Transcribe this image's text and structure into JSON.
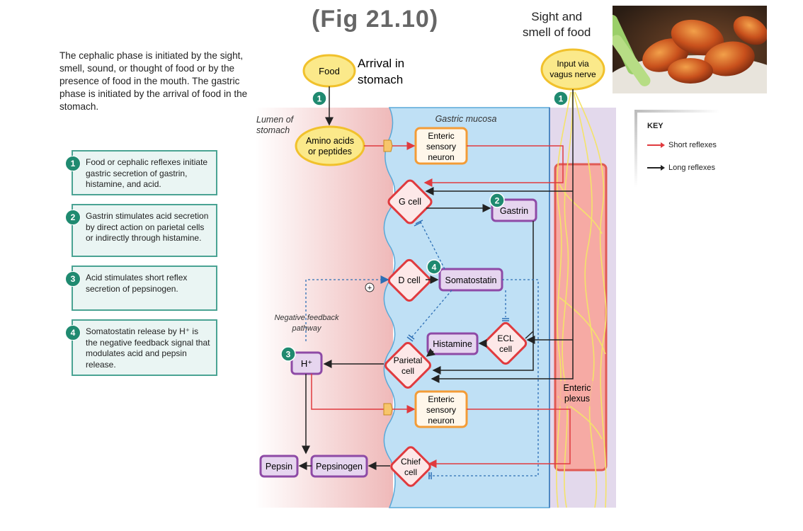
{
  "figure": {
    "title": "(Fig 21.10)"
  },
  "intro": "The cephalic phase is initiated by the sight, smell, sound, or thought of food or by the presence of food in the mouth. The gastric phase is initiated by the arrival of food in the stomach.",
  "steps": [
    {
      "num": "1",
      "text": "Food or cephalic reflexes initiate gastric secretion of gastrin, histamine, and acid."
    },
    {
      "num": "2",
      "text": "Gastrin stimulates acid secretion by direct action on parietal cells or indirectly through histamine."
    },
    {
      "num": "3",
      "text": "Acid stimulates short reflex secretion of pepsinogen."
    },
    {
      "num": "4",
      "text": "Somatostatin release by H⁺ is the negative feedback signal that modulates acid and pepsin release."
    }
  ],
  "key": {
    "title": "KEY",
    "short": "Short reflexes",
    "long": "Long reflexes",
    "short_color": "#e03a3e",
    "long_color": "#222222"
  },
  "sight": {
    "line1": "Sight and",
    "line2": "smell of food"
  },
  "photo": {
    "icon": "chicken-wings-photo"
  },
  "diagram": {
    "food": "Food",
    "arrival1": "Arrival in",
    "arrival2": "stomach",
    "input1": "Input via",
    "input2": "vagus nerve",
    "lumen1": "Lumen of",
    "lumen2": "stomach",
    "mucosa": "Gastric mucosa",
    "amino1": "Amino acids",
    "amino2": "or peptides",
    "enteric1a": "Enteric",
    "enteric1b": "sensory",
    "enteric1c": "neuron",
    "gcell": "G cell",
    "gastrin": "Gastrin",
    "dcell": "D cell",
    "somatostatin": "Somatostatin",
    "neg1": "Negative feedback",
    "neg2": "pathway",
    "plus": "+",
    "ecl1": "ECL",
    "ecl2": "cell",
    "histamine": "Histamine",
    "parietal1": "Parietal",
    "parietal2": "cell",
    "hplus": "H⁺",
    "enteric2a": "Enteric",
    "enteric2b": "sensory",
    "enteric2c": "neuron",
    "enteric_plexus1": "Enteric",
    "enteric_plexus2": "plexus",
    "chief1": "Chief",
    "chief2": "cell",
    "pepsin": "Pepsin",
    "pepsinogen": "Pepsinogen",
    "badge1": "1",
    "badge2": "2",
    "badge3": "3",
    "badge4": "4"
  },
  "colors": {
    "lumen": "#f3c9c9",
    "mucosa": "#bfe0f5",
    "plexus_bg": "#e3d9ec",
    "plexus_box": "#f29f9a",
    "food_fill": "#fbe98a",
    "food_stroke": "#f1c12c",
    "neuron_stroke": "#f39c37",
    "cell_stroke": "#e03a3e",
    "purple": "#8e4aa6",
    "purple_fill": "#e6d5ef",
    "teal": "#1f8a70",
    "dash_blue": "#2d6fb5"
  }
}
